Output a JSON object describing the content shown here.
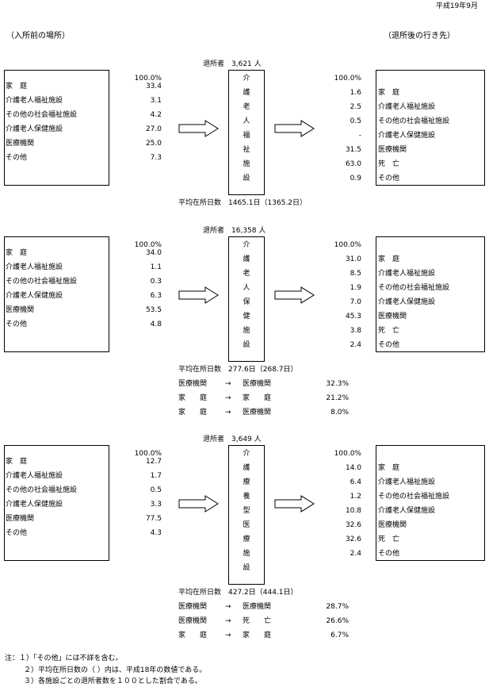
{
  "header": {
    "date": "平成19年9月"
  },
  "headings": {
    "left": "（入所前の場所）",
    "right": "（退所後の行き先）"
  },
  "sections": [
    {
      "discharge": "退所者　3,621 人",
      "facility_chars": [
        "介",
        "護",
        "老",
        "人",
        "福",
        "祉",
        "施",
        "設"
      ],
      "left_total": "100.0%",
      "left_items": [
        {
          "label": "家　庭",
          "value": "33.4"
        },
        {
          "label": "介護老人福祉施設",
          "value": "3.1"
        },
        {
          "label": "その他の社会福祉施設",
          "value": "4.2"
        },
        {
          "label": "介護老人保健施設",
          "value": "27.0"
        },
        {
          "label": "医療機関",
          "value": "25.0"
        },
        {
          "label": "その他",
          "value": "7.3"
        }
      ],
      "right_total": "100.0%",
      "right_items": [
        {
          "label": "家　庭",
          "value": "1.6"
        },
        {
          "label": "介護老人福祉施設",
          "value": "2.5"
        },
        {
          "label": "その他の社会福祉施設",
          "value": "0.5"
        },
        {
          "label": "介護老人保健施設",
          "value": "-"
        },
        {
          "label": "医療機関",
          "value": "31.5"
        },
        {
          "label": "死　亡",
          "value": "63.0"
        },
        {
          "label": "その他",
          "value": "0.9"
        }
      ],
      "avg_stay": "平均在所日数　1465.1日（1365.2日）",
      "flows": []
    },
    {
      "discharge": "退所者　16,358 人",
      "facility_chars": [
        "介",
        "護",
        "老",
        "人",
        "保",
        "健",
        "施",
        "設"
      ],
      "left_total": "100.0%",
      "left_items": [
        {
          "label": "家　庭",
          "value": "34.0"
        },
        {
          "label": "介護老人福祉施設",
          "value": "1.1"
        },
        {
          "label": "その他の社会福祉施設",
          "value": "0.3"
        },
        {
          "label": "介護老人保健施設",
          "value": "6.3"
        },
        {
          "label": "医療機関",
          "value": "53.5"
        },
        {
          "label": "その他",
          "value": "4.8"
        }
      ],
      "right_total": "100.0%",
      "right_items": [
        {
          "label": "家　庭",
          "value": "31.0"
        },
        {
          "label": "介護老人福祉施設",
          "value": "8.5"
        },
        {
          "label": "その他の社会福祉施設",
          "value": "1.9"
        },
        {
          "label": "介護老人保健施設",
          "value": "7.0"
        },
        {
          "label": "医療機関",
          "value": "45.3"
        },
        {
          "label": "死　亡",
          "value": "3.8"
        },
        {
          "label": "その他",
          "value": "2.4"
        }
      ],
      "avg_stay": "平均在所日数　277.6日（268.7日）",
      "flows": [
        {
          "from": "医療機関",
          "arrow": "→",
          "to": "医療機関",
          "pct": "32.3%"
        },
        {
          "from": "家　　庭",
          "arrow": "→",
          "to": "家　　庭",
          "pct": "21.2%"
        },
        {
          "from": "家　　庭",
          "arrow": "→",
          "to": "医療機関",
          "pct": "8.0%"
        }
      ]
    },
    {
      "discharge": "退所者　3,649 人",
      "facility_chars": [
        "介",
        "護",
        "療",
        "養",
        "型",
        "医",
        "療",
        "施",
        "設"
      ],
      "left_total": "100.0%",
      "left_items": [
        {
          "label": "家　庭",
          "value": "12.7"
        },
        {
          "label": "介護老人福祉施設",
          "value": "1.7"
        },
        {
          "label": "その他の社会福祉施設",
          "value": "0.5"
        },
        {
          "label": "介護老人保健施設",
          "value": "3.3"
        },
        {
          "label": "医療機関",
          "value": "77.5"
        },
        {
          "label": "その他",
          "value": "4.3"
        }
      ],
      "right_total": "100.0%",
      "right_items": [
        {
          "label": "家　庭",
          "value": "14.0"
        },
        {
          "label": "介護老人福祉施設",
          "value": "6.4"
        },
        {
          "label": "その他の社会福祉施設",
          "value": "1.2"
        },
        {
          "label": "介護老人保健施設",
          "value": "10.8"
        },
        {
          "label": "医療機関",
          "value": "32.6"
        },
        {
          "label": "死　亡",
          "value": "32.6"
        },
        {
          "label": "その他",
          "value": "2.4"
        }
      ],
      "avg_stay": "平均在所日数　427.2日（444.1日）",
      "flows": [
        {
          "from": "医療機関",
          "arrow": "→",
          "to": "医療機関",
          "pct": "28.7%"
        },
        {
          "from": "医療機関",
          "arrow": "→",
          "to": "死　　亡",
          "pct": "26.6%"
        },
        {
          "from": "家　　庭",
          "arrow": "→",
          "to": "家　　庭",
          "pct": "6.7%"
        }
      ]
    }
  ],
  "notes": [
    "注：１）「その他」には不詳を含む。",
    "２）平均在所日数の（ ）内は、平成18年の数値である。",
    "３）各施設ごとの退所者数を１００とした割合である。"
  ]
}
